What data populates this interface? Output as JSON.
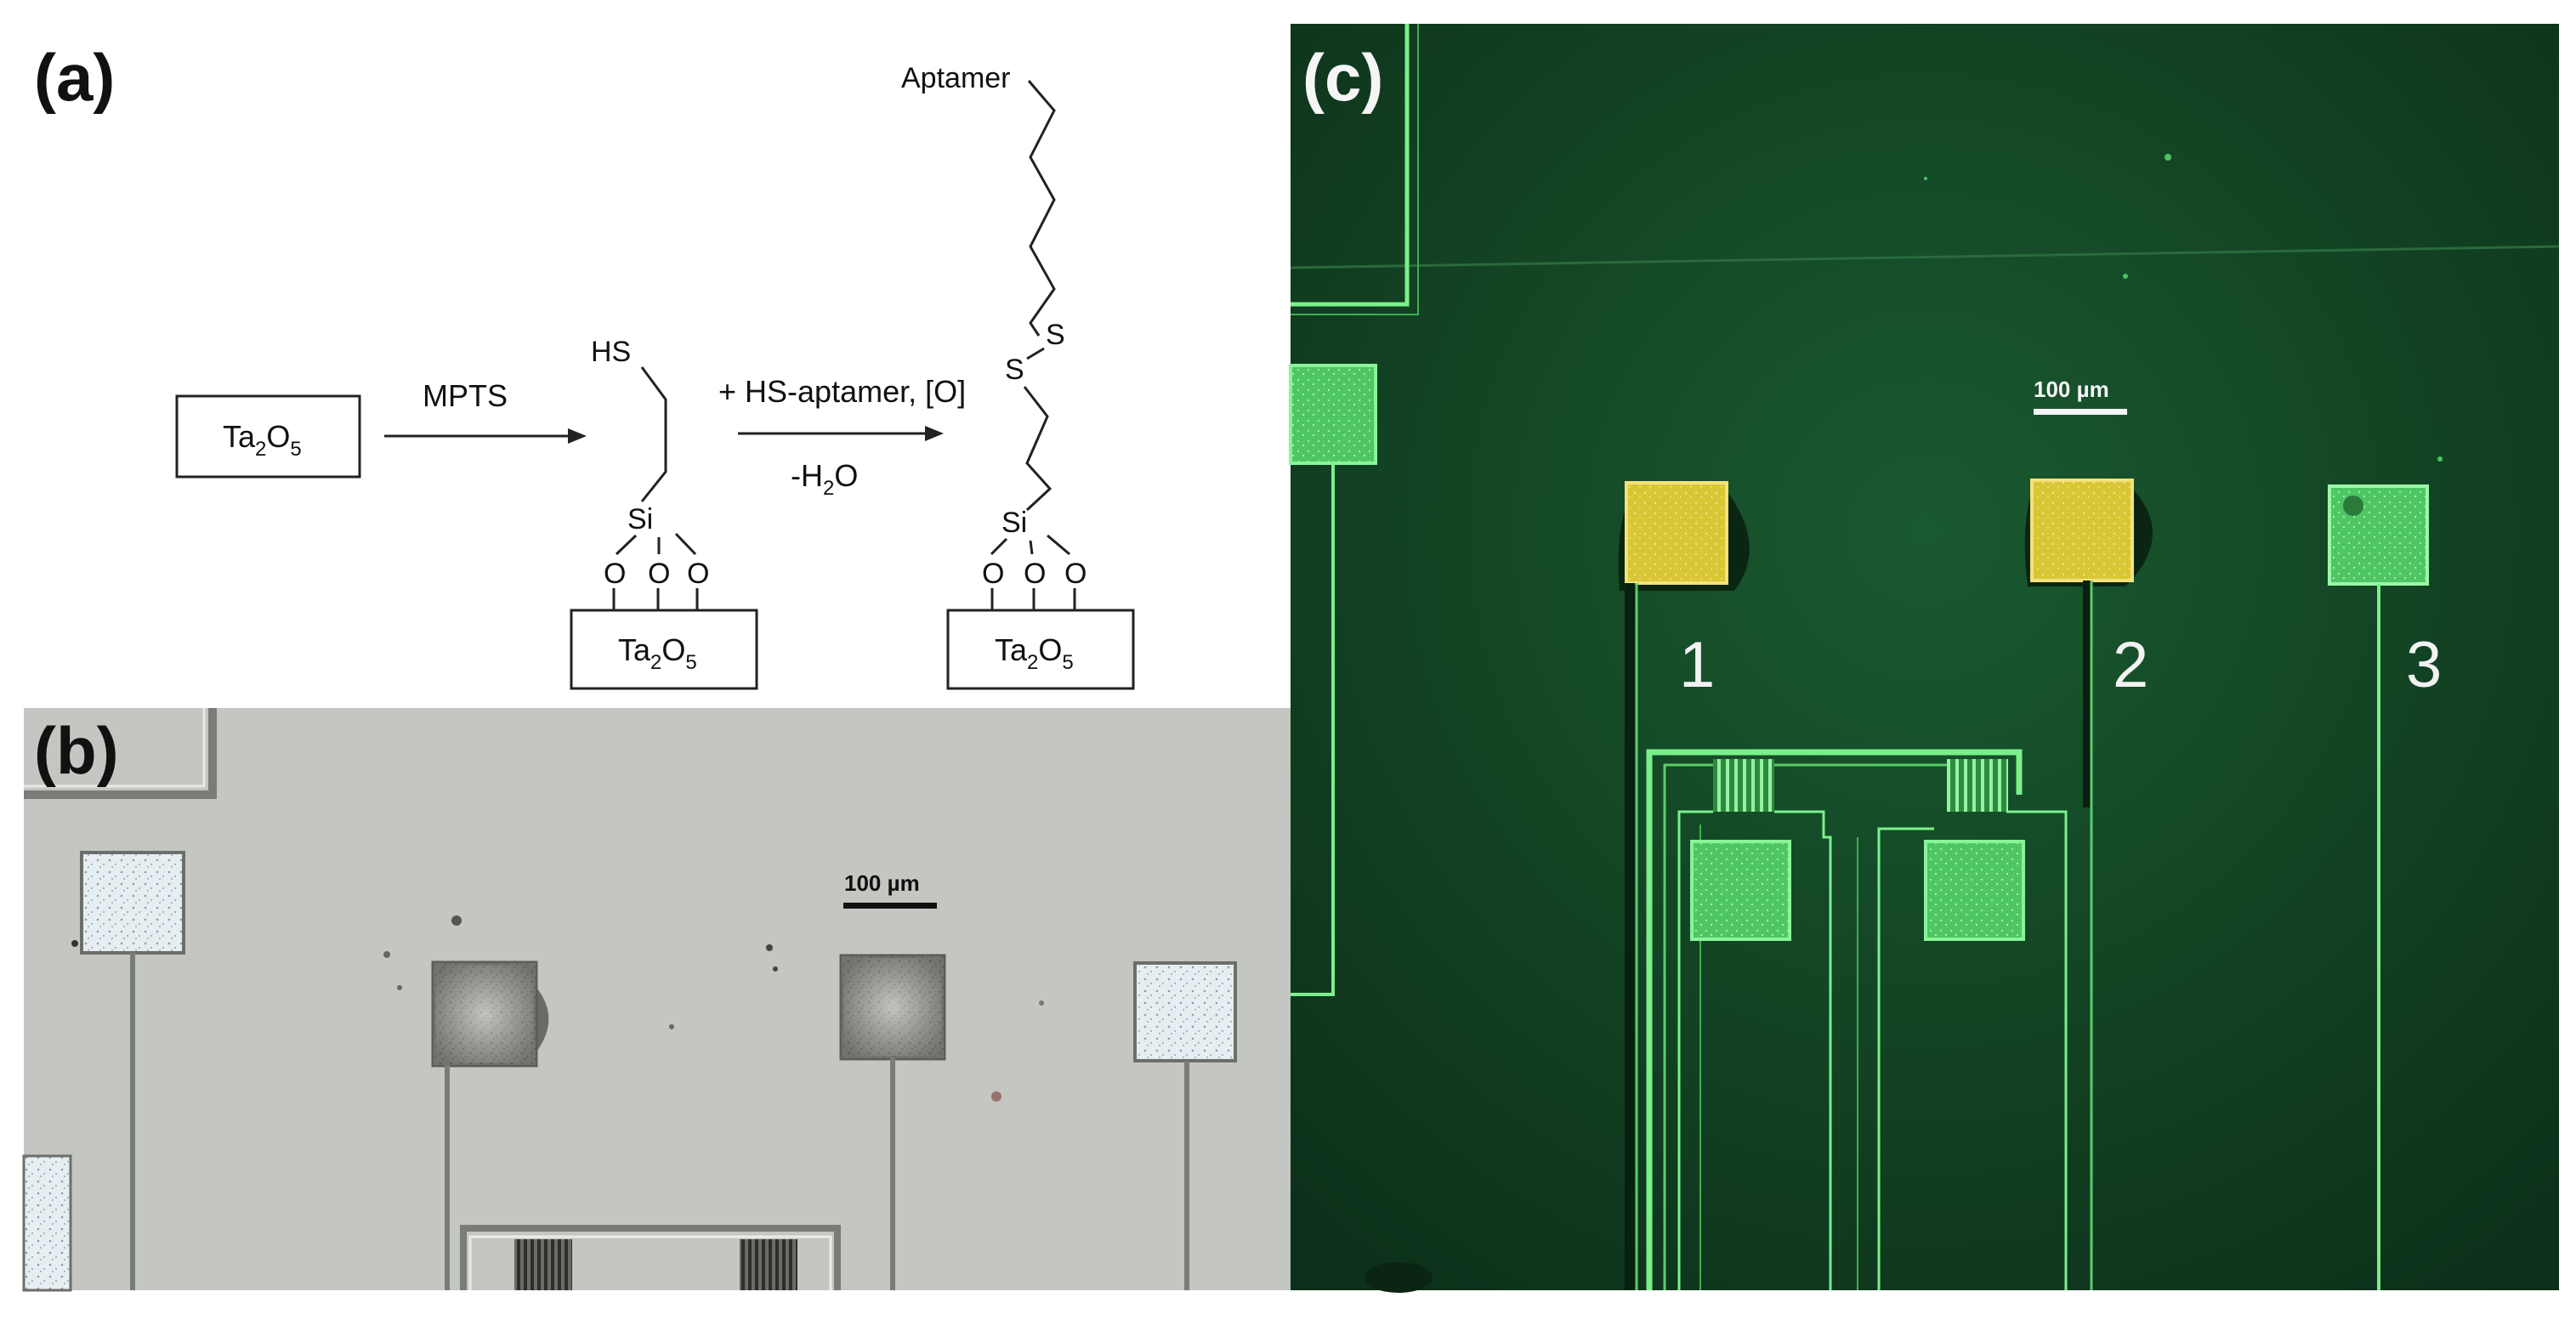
{
  "panels": {
    "a": {
      "label": "(a)",
      "substrate": {
        "main": "Ta",
        "sub1": "2",
        "mid": "O",
        "sub2": "5"
      },
      "step1_reagent": "MPTS",
      "step2_reagent": "+ HS-aptamer, [O]",
      "step2_byproduct": {
        "pre": "-H",
        "sub": "2",
        "post": "O"
      },
      "atoms": {
        "thiol": "HS",
        "silicon": "Si",
        "oxygen": "O",
        "sulfur": "S",
        "aptamer": "Aptamer"
      }
    },
    "b": {
      "label": "(b)",
      "scale_bar": "100 µm"
    },
    "c": {
      "label": "(c)",
      "scale_bar": "100 µm",
      "electrode_numbers": [
        "1",
        "2",
        "3"
      ]
    }
  },
  "colors": {
    "panel_b_background": "#c3c6c1",
    "panel_c_background": "#0f3a1f",
    "fluorescence_green": "#7af08a",
    "gold_electrode": "#e2cf3a"
  }
}
